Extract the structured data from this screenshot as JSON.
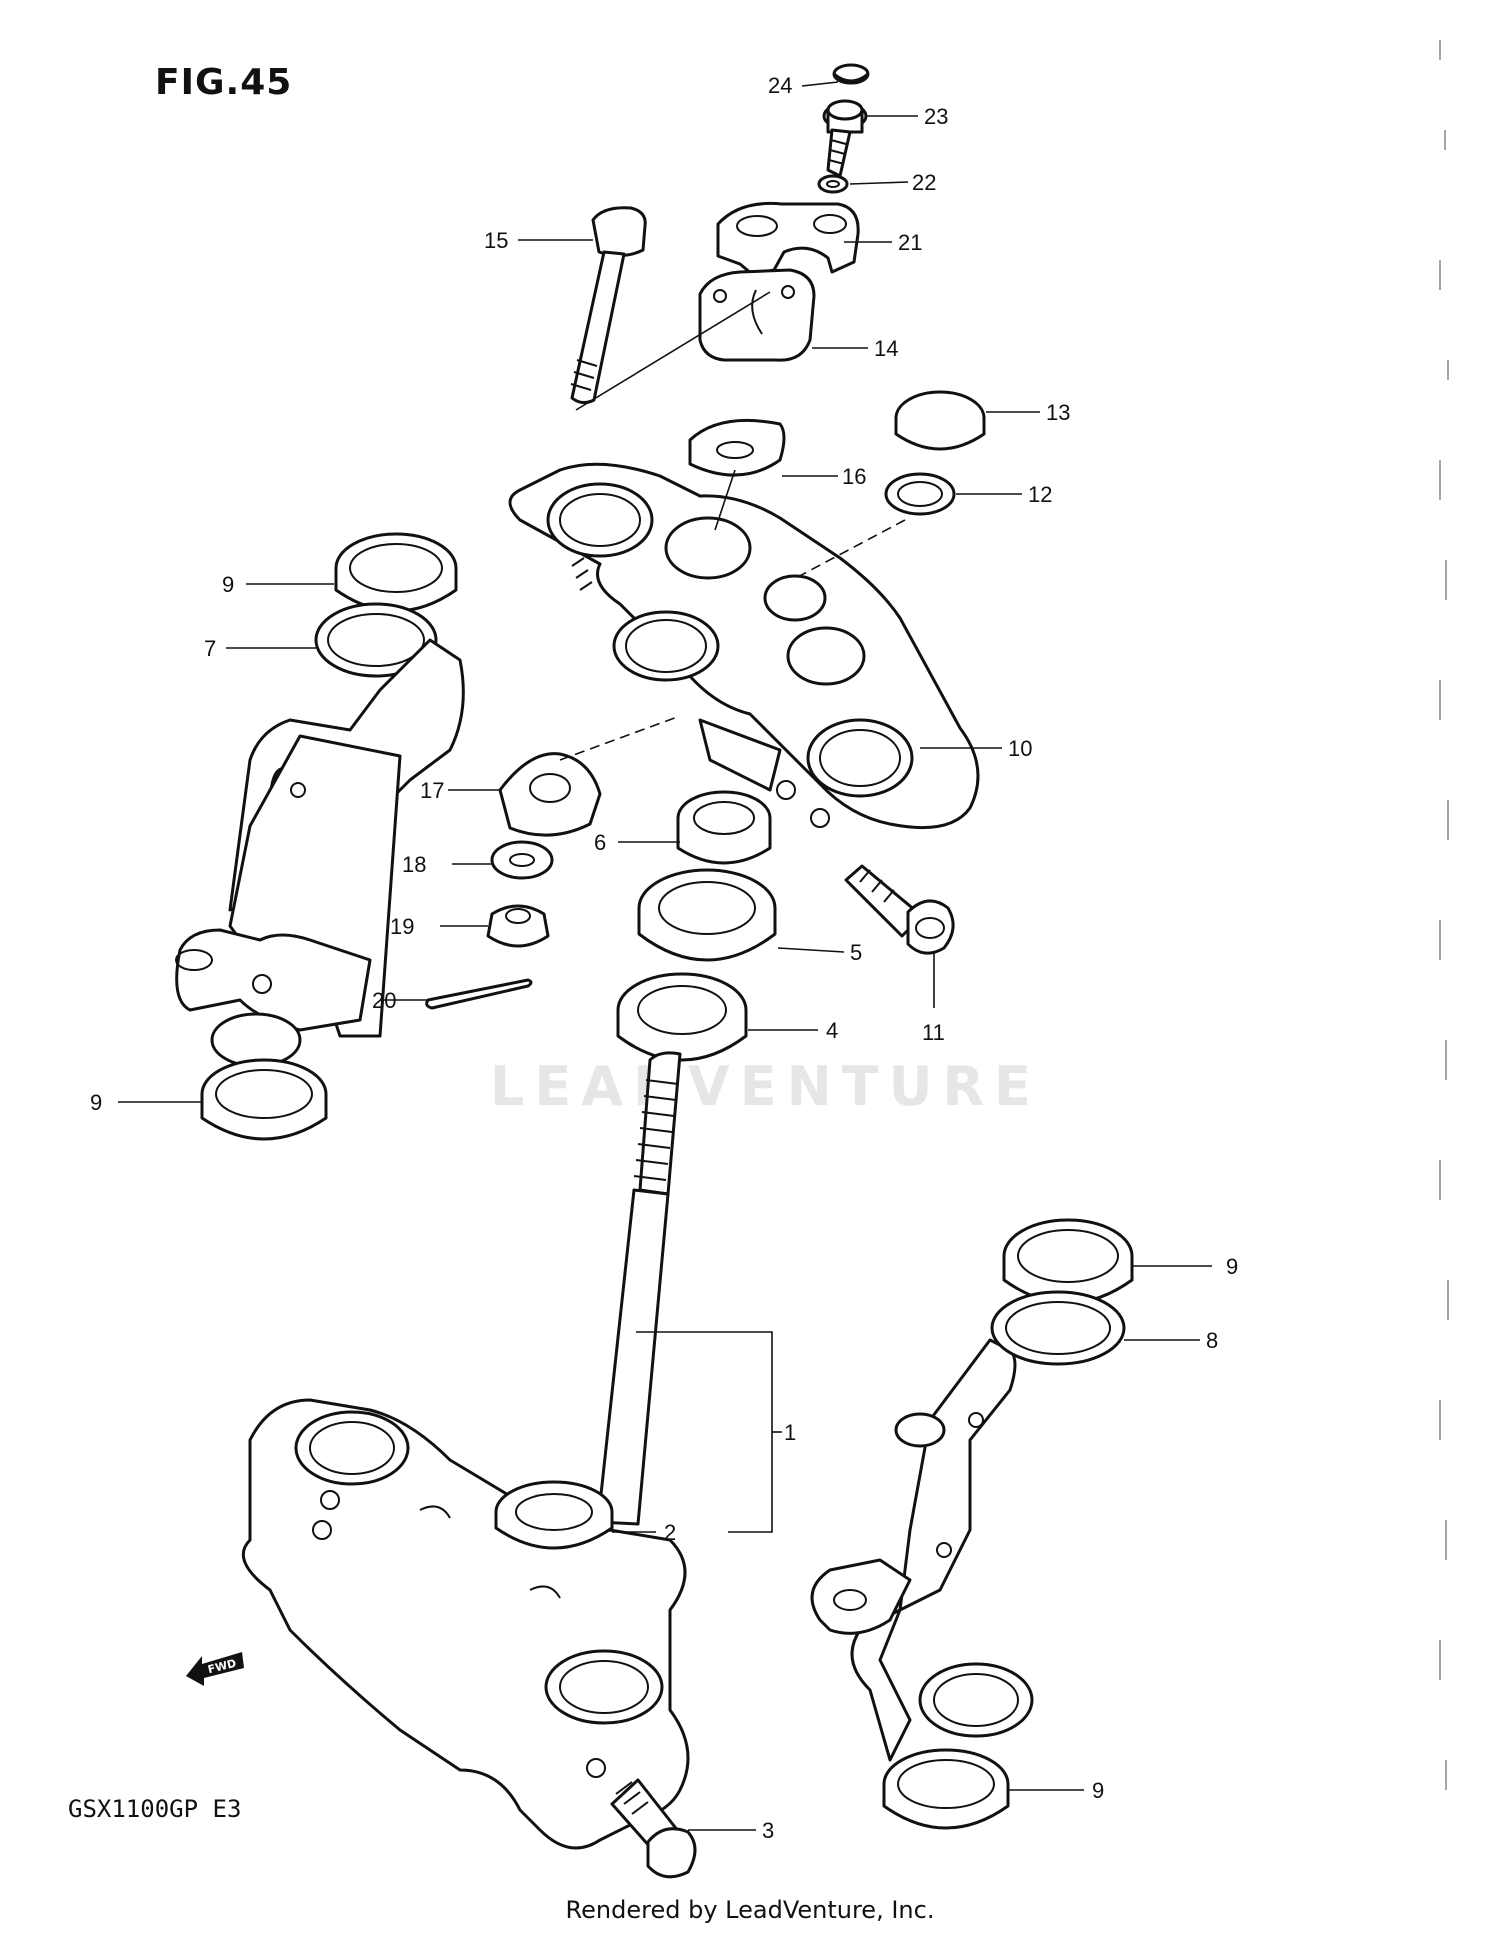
{
  "figure": {
    "title": "FIG.45",
    "model": "GSX1100GP  E3",
    "watermark": "LEADVENTURE",
    "footer": "Rendered by LeadVenture, Inc.",
    "fwd_label": "FWD"
  },
  "callouts": [
    {
      "number": "24"
    },
    {
      "number": "23"
    },
    {
      "number": "22"
    },
    {
      "number": "21"
    },
    {
      "number": "15"
    },
    {
      "number": "14"
    },
    {
      "number": "13"
    },
    {
      "number": "16"
    },
    {
      "number": "12"
    },
    {
      "number": "9"
    },
    {
      "number": "7"
    },
    {
      "number": "10"
    },
    {
      "number": "17"
    },
    {
      "number": "6"
    },
    {
      "number": "18"
    },
    {
      "number": "5"
    },
    {
      "number": "19"
    },
    {
      "number": "11"
    },
    {
      "number": "20"
    },
    {
      "number": "4"
    },
    {
      "number": "9"
    },
    {
      "number": "9"
    },
    {
      "number": "8"
    },
    {
      "number": "1"
    },
    {
      "number": "2"
    },
    {
      "number": "9"
    },
    {
      "number": "3"
    }
  ]
}
